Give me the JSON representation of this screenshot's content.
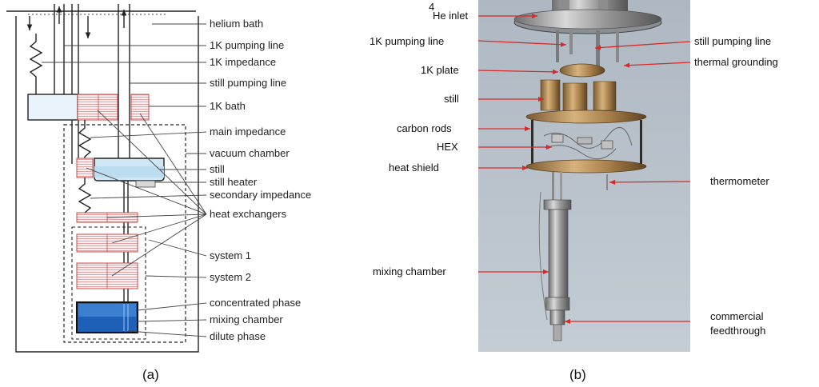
{
  "panel_a": {
    "caption": "(a)",
    "labels": {
      "helium_bath": "helium bath",
      "pumping_line_1k": "1K pumping line",
      "impedance_1k": "1K impedance",
      "still_pumping_line": "still pumping line",
      "bath_1k": "1K bath",
      "main_impedance": "main impedance",
      "vacuum_chamber": "vacuum chamber",
      "still": "still",
      "still_heater": "still heater",
      "secondary_impedance": "secondary impedance",
      "heat_exchangers": "heat exchangers",
      "system_1": "system 1",
      "system_2": "system 2",
      "concentrated_phase": "concentrated phase",
      "mixing_chamber": "mixing chamber",
      "dilute_phase": "dilute phase"
    }
  },
  "panel_b": {
    "caption": "(b)",
    "left_labels": {
      "he_inlet_sup": "4",
      "he_inlet": "He inlet",
      "pumping_line_1k": "1K pumping line",
      "plate_1k": "1K plate",
      "still": "still",
      "carbon_rods": "carbon rods",
      "hex": "HEX",
      "heat_shield": "heat shield",
      "mixing_chamber": "mixing chamber"
    },
    "right_labels": {
      "still_pumping_line": "still pumping line",
      "thermal_grounding": "thermal grounding",
      "thermometer": "thermometer",
      "commercial_line1": "commercial",
      "commercial_line2": "feedthrough"
    }
  },
  "colors": {
    "heat_exchanger": "#c84848",
    "still_fill": "#cfe6f5",
    "concentrated": "#3a7fd0",
    "dilute": "#1e5fb8",
    "arrow": "#d42a2a",
    "photo_bg": "#b8c2cc"
  }
}
